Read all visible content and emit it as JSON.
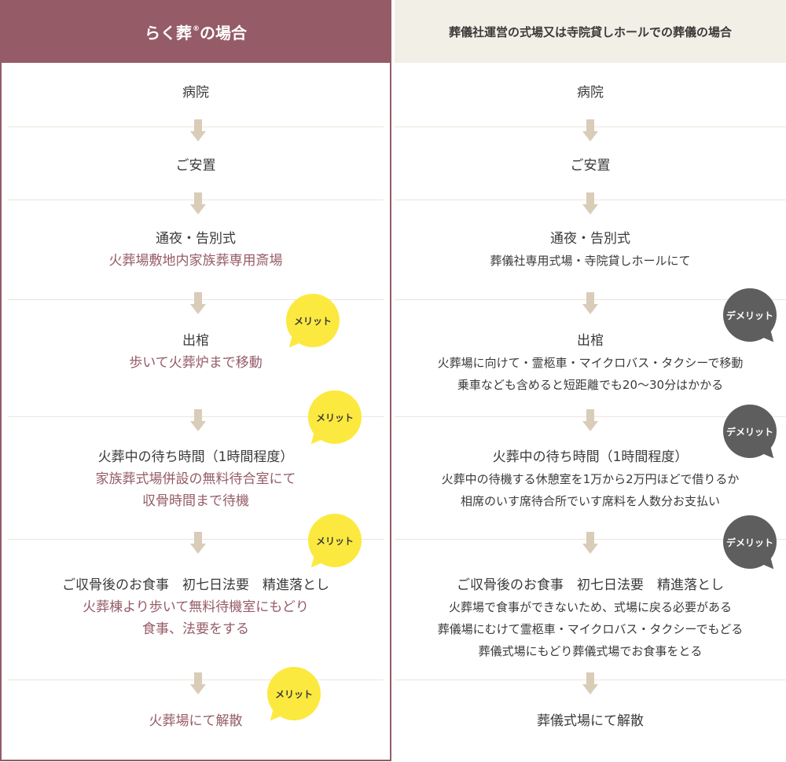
{
  "left": {
    "header": "らく葬",
    "header_mark": "®",
    "header_suffix": "の場合",
    "steps": [
      {
        "title": "病院",
        "detail": ""
      },
      {
        "title": "ご安置",
        "detail": ""
      },
      {
        "title": "通夜・告別式",
        "detail": "火葬場敷地内家族葬専用斎場"
      },
      {
        "title": "出棺",
        "detail": "歩いて火葬炉まで移動"
      },
      {
        "title": "火葬中の待ち時間（1時間程度）",
        "detail": "家族葬式場併設の無料待合室にて",
        "detail2": "収骨時間まで待機"
      },
      {
        "title": "ご収骨後のお食事　初七日法要　精進落とし",
        "detail": "火葬棟より歩いて無料待機室にもどり",
        "detail2": "食事、法要をする"
      },
      {
        "title": "火葬場にて解散",
        "detail": ""
      }
    ],
    "badge": "メリット"
  },
  "right": {
    "header": "葬儀社運営の式場又は寺院貸しホールでの葬儀の場合",
    "steps": [
      {
        "title": "病院",
        "detail": ""
      },
      {
        "title": "ご安置",
        "detail": ""
      },
      {
        "title": "通夜・告別式",
        "detail": "葬儀社専用式場・寺院貸しホールにて"
      },
      {
        "title": "出棺",
        "detail": "火葬場に向けて・霊柩車・マイクロバス・タクシーで移動",
        "detail2": "乗車なども含めると短距離でも20〜30分はかかる"
      },
      {
        "title": "火葬中の待ち時間（1時間程度）",
        "detail": "火葬中の待機する休憩室を1万から2万円ほどで借りるか",
        "detail2": "相席のいす席待合所でいす席料を人数分お支払い"
      },
      {
        "title": "ご収骨後のお食事　初七日法要　精進落とし",
        "detail": "火葬場で食事ができないため、式場に戻る必要がある",
        "detail2": "葬儀場にむけて霊柩車・マイクロバス・タクシーでもどる",
        "detail3": "葬儀式場にもどり葬儀式場でお食事をとる"
      },
      {
        "title": "葬儀式場にて解散",
        "detail": ""
      }
    ],
    "badge": "デメリット"
  },
  "colors": {
    "accent": "#955b67",
    "header_right_bg": "#f2efe7",
    "arrow": "#d9ccb8",
    "merit_badge": "#fce93f",
    "demerit_badge": "#5f5e5e"
  }
}
